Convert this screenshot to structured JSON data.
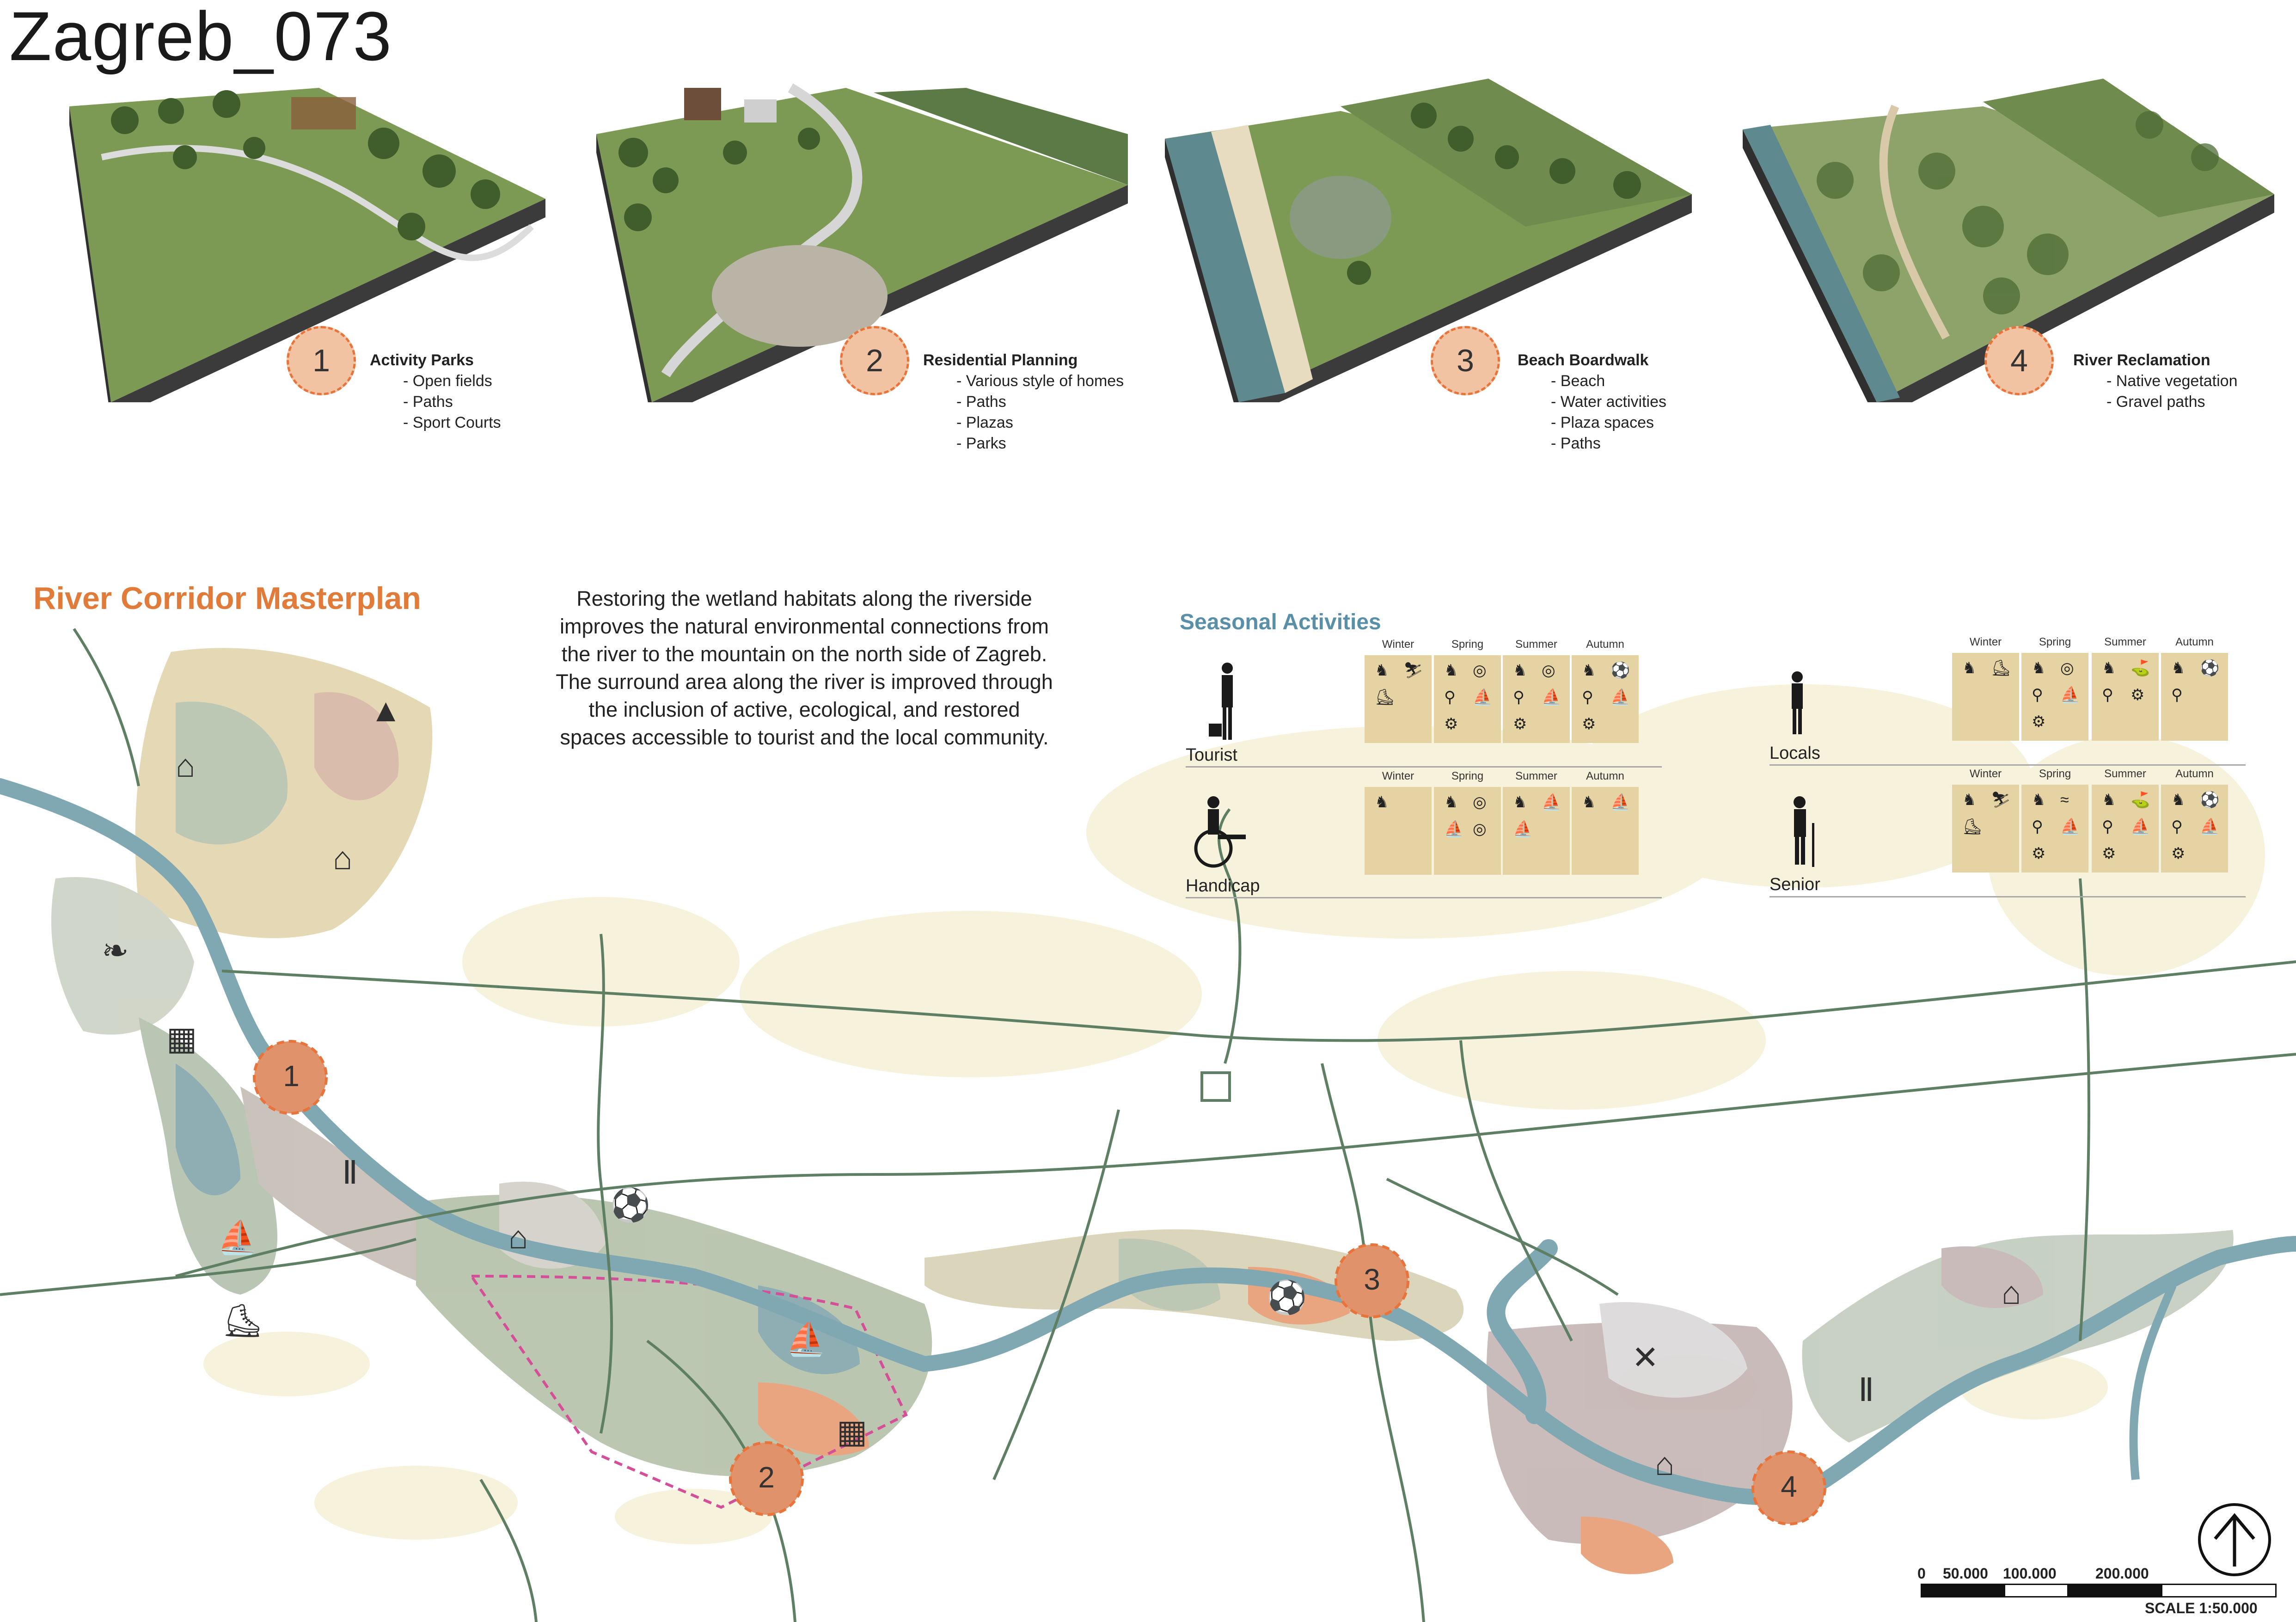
{
  "page_title": "Zagreb_073",
  "zones": [
    {
      "number": "1",
      "name": "Activity Parks",
      "items": [
        "- Open fields",
        "- Paths",
        "- Sport Courts"
      ]
    },
    {
      "number": "2",
      "name": "Residential Planning",
      "items": [
        "- Various style of homes",
        "- Paths",
        "- Plazas",
        "- Parks"
      ]
    },
    {
      "number": "3",
      "name": "Beach Boardwalk",
      "items": [
        "- Beach",
        "- Water activities",
        "- Plaza spaces",
        "- Paths"
      ]
    },
    {
      "number": "4",
      "name": "River Reclamation",
      "items": [
        "- Native vegetation",
        "- Gravel paths"
      ]
    }
  ],
  "masterplan_title": "River Corridor Masterplan",
  "intro_text": "Restoring the wetland habitats along the riverside improves the natural environmental connections from the river to the mountain on the north side of  Zagreb. The surround area along the river is improved through the inclusion of active, ecological, and restored spaces accessible to tourist and the local community.",
  "seasonal": {
    "title": "Seasonal Activities",
    "seasons": [
      "Winter",
      "Spring",
      "Summer",
      "Autumn"
    ],
    "users": [
      {
        "label": "Tourist",
        "activities": [
          [
            "horse-riding-icon",
            "skiing-icon",
            "ice-skating-icon"
          ],
          [
            "horse-riding-icon",
            "tennis-icon",
            "hiking-icon",
            "kayak-icon",
            "cycling-icon"
          ],
          [
            "horse-riding-icon",
            "tennis-icon",
            "hiking-icon",
            "kayak-icon",
            "cycling-icon"
          ],
          [
            "horse-riding-icon",
            "soccer-icon",
            "hiking-icon",
            "kayak-icon",
            "cycling-icon"
          ]
        ]
      },
      {
        "label": "Locals",
        "activities": [
          [
            "horse-riding-icon",
            "ice-skating-icon"
          ],
          [
            "horse-riding-icon",
            "tennis-icon",
            "hiking-icon",
            "kayak-icon",
            "cycling-icon"
          ],
          [
            "horse-riding-icon",
            "golf-icon",
            "hiking-icon",
            "cycling-icon"
          ],
          [
            "horse-riding-icon",
            "soccer-icon",
            "hiking-icon"
          ]
        ]
      },
      {
        "label": "Handicap",
        "activities": [
          [
            "horse-riding-icon"
          ],
          [
            "horse-riding-icon",
            "tennis-icon",
            "kayak-icon",
            "tennis-icon"
          ],
          [
            "horse-riding-icon",
            "kayak-icon",
            "kayak-icon"
          ],
          [
            "horse-riding-icon",
            "kayak-icon"
          ]
        ]
      },
      {
        "label": "Senior",
        "activities": [
          [
            "horse-riding-icon",
            "skiing-icon",
            "ice-skating-icon"
          ],
          [
            "horse-riding-icon",
            "swimming-icon",
            "hiking-icon",
            "kayak-icon",
            "cycling-icon"
          ],
          [
            "horse-riding-icon",
            "golf-icon",
            "hiking-icon",
            "kayak-icon",
            "cycling-icon"
          ],
          [
            "horse-riding-icon",
            "soccer-icon",
            "hiking-icon",
            "kayak-icon",
            "cycling-icon"
          ]
        ]
      }
    ]
  },
  "map_markers": [
    "1",
    "2",
    "3",
    "4"
  ],
  "scale": {
    "ticks": [
      "0",
      "50.000",
      "100.000",
      "200.000"
    ],
    "label": "SCALE 1:50.000"
  },
  "colors": {
    "accent": "#e07b39",
    "badge_fill": "#f2c3a3",
    "river": "#7fa8b3",
    "season_box": "#e6d3a3",
    "seasonal_title": "#5a8fa8",
    "road": "#5e7f63"
  }
}
